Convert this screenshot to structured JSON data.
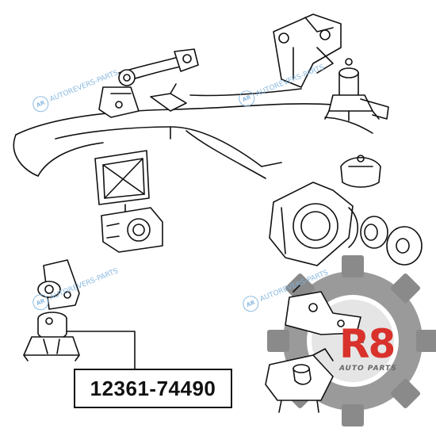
{
  "part_number": "12361-74490",
  "watermark": "AUTOREVERS-PARTS",
  "watermark_badge": "AR",
  "logo": {
    "mark": "R8",
    "tagline": "AUTO PARTS",
    "gear_color": "#888888",
    "accent_color": "#d9312b"
  },
  "icons": [
    "engine-outline-icon",
    "torque-rod-icon",
    "mount-bracket-icon",
    "transmission-housing-icon",
    "insulator-icon"
  ]
}
